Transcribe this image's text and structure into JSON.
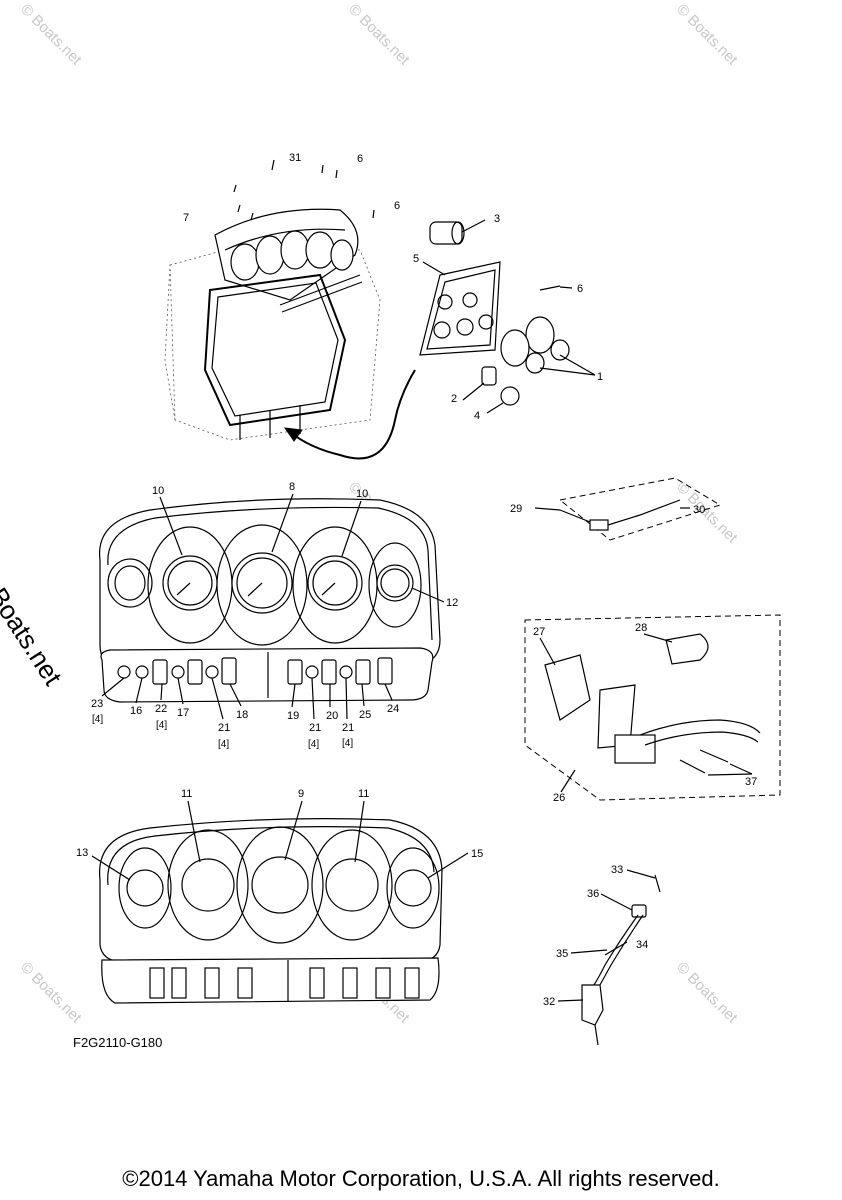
{
  "watermark": "© Boats.net",
  "side_watermark": "© Boats.net",
  "diagram_code": "F2G2110-G180",
  "copyright": "©2014 Yamaha Motor Corporation, U.S.A. All rights reserved.",
  "callouts": {
    "c31": "31",
    "c6a": "6",
    "c7": "7",
    "c6b": "6",
    "c3": "3",
    "c5": "5",
    "c6c": "6",
    "c1": "1",
    "c2": "2",
    "c4": "4",
    "c10a": "10",
    "c8": "8",
    "c10b": "10",
    "c12": "12",
    "c23": "23",
    "c16": "16",
    "c22": "22",
    "c17": "17",
    "c21a": "21",
    "c18": "18",
    "c19": "19",
    "c21b": "21",
    "c20": "20",
    "c21c": "21",
    "c25": "25",
    "c24": "24",
    "c29": "29",
    "c30": "30",
    "c27": "27",
    "c28": "28",
    "c26": "26",
    "c37": "37",
    "c11a": "11",
    "c9": "9",
    "c11b": "11",
    "c13": "13",
    "c15": "15",
    "c33": "33",
    "c36": "36",
    "c34": "34",
    "c35": "35",
    "c32": "32"
  },
  "quantities": {
    "q23": "[4]",
    "q22": "[4]",
    "q21a": "[4]",
    "q21b": "[4]",
    "q21c": "[4]"
  }
}
